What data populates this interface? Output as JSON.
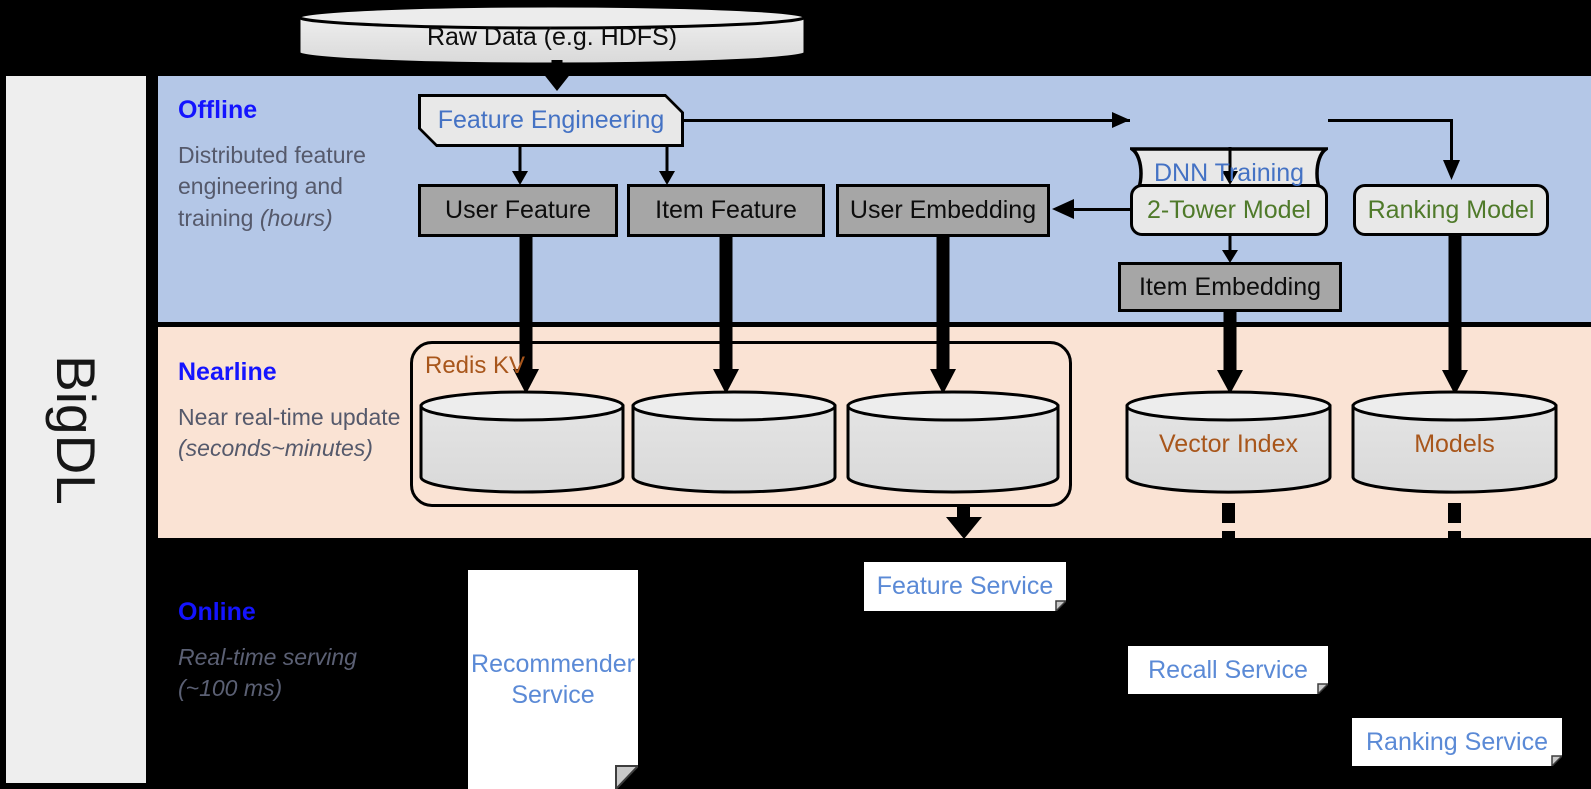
{
  "framework": {
    "name": "BigDL"
  },
  "bands": [
    {
      "id": "offline",
      "title": "Offline",
      "subtitle": "Distributed feature engineering and training ",
      "subtitle_italic": "(hours)",
      "bg": "#b4c7e7"
    },
    {
      "id": "nearline",
      "title": "Nearline",
      "subtitle": "Near real-time update ",
      "subtitle_italic": "(seconds~minutes)",
      "bg": "#fae3d4"
    },
    {
      "id": "online",
      "title": "Online",
      "subtitle": "Real-time serving ",
      "subtitle_italic": "(~100 ms)",
      "bg": "#000000"
    }
  ],
  "nodes": {
    "raw_data": {
      "label": "Raw Data (e.g. HDFS)",
      "shape": "cylinder"
    },
    "feature_eng": {
      "label": "Feature Engineering",
      "shape": "clipped-box",
      "color": "#4472c4"
    },
    "dnn_training": {
      "label": "DNN Training",
      "shape": "card-box",
      "color": "#4472c4"
    },
    "user_feature": {
      "label": "User Feature",
      "shape": "grey-box"
    },
    "item_feature": {
      "label": "Item Feature",
      "shape": "grey-box"
    },
    "user_embedding": {
      "label": "User Embedding",
      "shape": "grey-box"
    },
    "two_tower_model": {
      "label": "2-Tower Model",
      "shape": "rounded-box",
      "color": "#4f7a2a"
    },
    "ranking_model": {
      "label": "Ranking Model",
      "shape": "rounded-box",
      "color": "#4f7a2a"
    },
    "item_embedding": {
      "label": "Item Embedding",
      "shape": "grey-box"
    },
    "redis_kv": {
      "label": "Redis KV",
      "shape": "rounded-container",
      "color": "#a8561b"
    },
    "store_user_feature": {
      "label": "",
      "shape": "cylinder"
    },
    "store_item_feature": {
      "label": "",
      "shape": "cylinder"
    },
    "store_user_embedding": {
      "label": "",
      "shape": "cylinder"
    },
    "vector_index": {
      "label": "Vector Index",
      "shape": "cylinder",
      "color": "#a8561b"
    },
    "models": {
      "label": "Models",
      "shape": "cylinder",
      "color": "#a8561b"
    },
    "recommender_service": {
      "label": "Recommender Service",
      "shape": "document",
      "color": "#5b8ad6"
    },
    "feature_service": {
      "label": "Feature Service",
      "shape": "document",
      "color": "#5b8ad6"
    },
    "recall_service": {
      "label": "Recall Service",
      "shape": "document",
      "color": "#5b8ad6"
    },
    "ranking_service": {
      "label": "Ranking Service",
      "shape": "document",
      "color": "#5b8ad6"
    }
  },
  "colors": {
    "offline_band": "#b4c7e7",
    "nearline_band": "#fae3d4",
    "online_band": "#000000",
    "rail": "#eeeeee",
    "blue_text": "#4472c4",
    "green_text": "#4f7a2a",
    "brown_text": "#a8561b",
    "grey_box": "#a6a6a6",
    "proc_box": "#e8e8e8",
    "heading": "#1414ff",
    "subtext": "#55596b"
  }
}
